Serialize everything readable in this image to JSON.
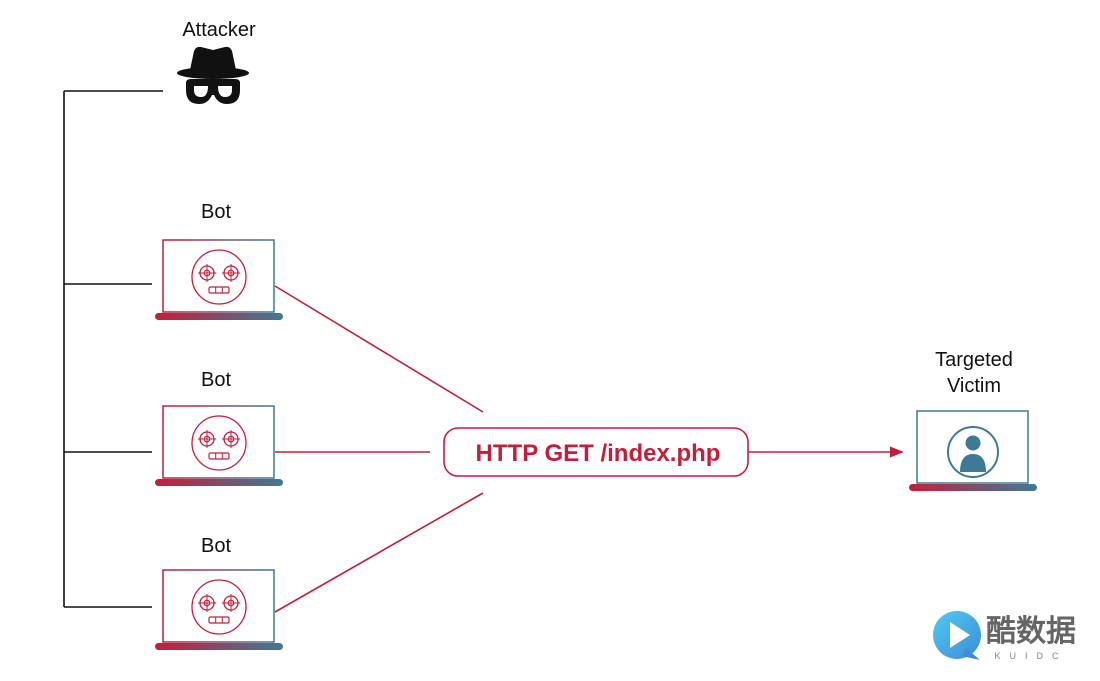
{
  "colors": {
    "accent_red": "#c41e3a",
    "accent_blue": "#3e7a96",
    "line_black": "#111111"
  },
  "attacker": {
    "label": "Attacker",
    "icon": "spy-icon"
  },
  "bots": [
    {
      "label": "Bot",
      "icon": "robot-icon"
    },
    {
      "label": "Bot",
      "icon": "robot-icon"
    },
    {
      "label": "Bot",
      "icon": "robot-icon"
    }
  ],
  "request": {
    "label": "HTTP GET /index.php"
  },
  "victim": {
    "label_line1": "Targeted",
    "label_line2": "Victim",
    "icon": "user-icon"
  },
  "watermark": {
    "name": "酷数据",
    "sub": "KUIDC",
    "icon": "play-logo-icon"
  }
}
